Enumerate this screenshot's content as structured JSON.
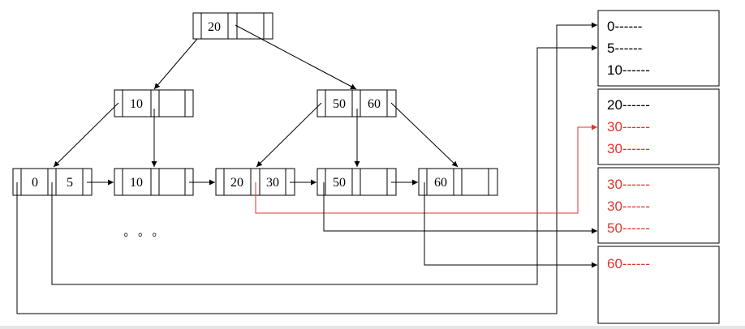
{
  "tree": {
    "root": {
      "keys": [
        "20",
        ""
      ]
    },
    "level1": [
      {
        "keys": [
          "10",
          ""
        ]
      },
      {
        "keys": [
          "50",
          "60"
        ]
      }
    ],
    "leaves": [
      {
        "keys": [
          "0",
          "5"
        ]
      },
      {
        "keys": [
          "10",
          ""
        ]
      },
      {
        "keys": [
          "20",
          "30"
        ]
      },
      {
        "keys": [
          "50",
          ""
        ]
      },
      {
        "keys": [
          "60",
          ""
        ]
      }
    ],
    "ellipsis": "。 。 。"
  },
  "records": {
    "pages": [
      {
        "rows": [
          {
            "text": "0------",
            "color": "#000000"
          },
          {
            "text": "5------",
            "color": "#000000"
          },
          {
            "text": "10------",
            "color": "#000000"
          }
        ]
      },
      {
        "rows": [
          {
            "text": "20------",
            "color": "#000000"
          },
          {
            "text": "30------",
            "color": "#e0352b"
          },
          {
            "text": "30------",
            "color": "#e0352b"
          }
        ]
      },
      {
        "rows": [
          {
            "text": "30------",
            "color": "#e0352b"
          },
          {
            "text": "30------",
            "color": "#e0352b"
          },
          {
            "text": "50------",
            "color": "#e0352b"
          }
        ]
      },
      {
        "rows": [
          {
            "text": "60------",
            "color": "#e0352b"
          }
        ]
      }
    ]
  },
  "colors": {
    "line": "#000000",
    "highlight": "#e0352b"
  }
}
